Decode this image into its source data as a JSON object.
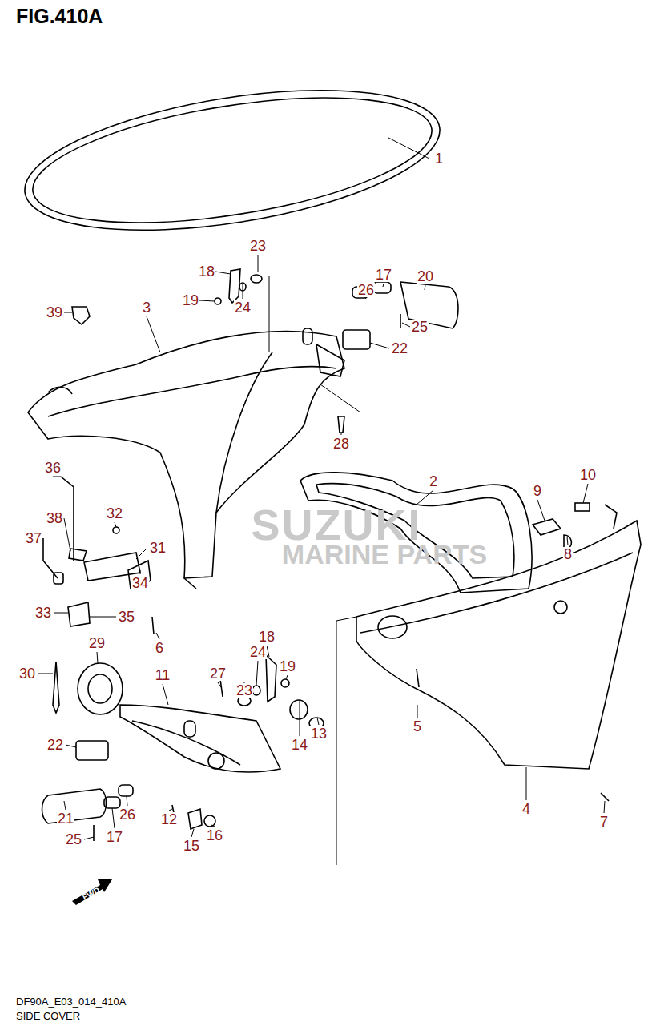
{
  "diagram": {
    "title": "FIG.410A",
    "caption": "SIDE COVER",
    "labels": [
      "1",
      "23",
      "18",
      "19",
      "24",
      "39",
      "3",
      "26",
      "17",
      "20",
      "25",
      "22",
      "28",
      "36",
      "2",
      "9",
      "10",
      "38",
      "32",
      "31",
      "37",
      "8",
      "34",
      "33",
      "35",
      "6",
      "18",
      "29",
      "30",
      "11",
      "27",
      "24",
      "19",
      "23",
      "13",
      "14",
      "5",
      "22",
      "4",
      "7",
      "12",
      "26",
      "17",
      "21",
      "16",
      "15",
      "25",
      "SUZUKI",
      "MARINE PARTS",
      "FWD",
      "DF90A_E03_014_410A"
    ]
  }
}
